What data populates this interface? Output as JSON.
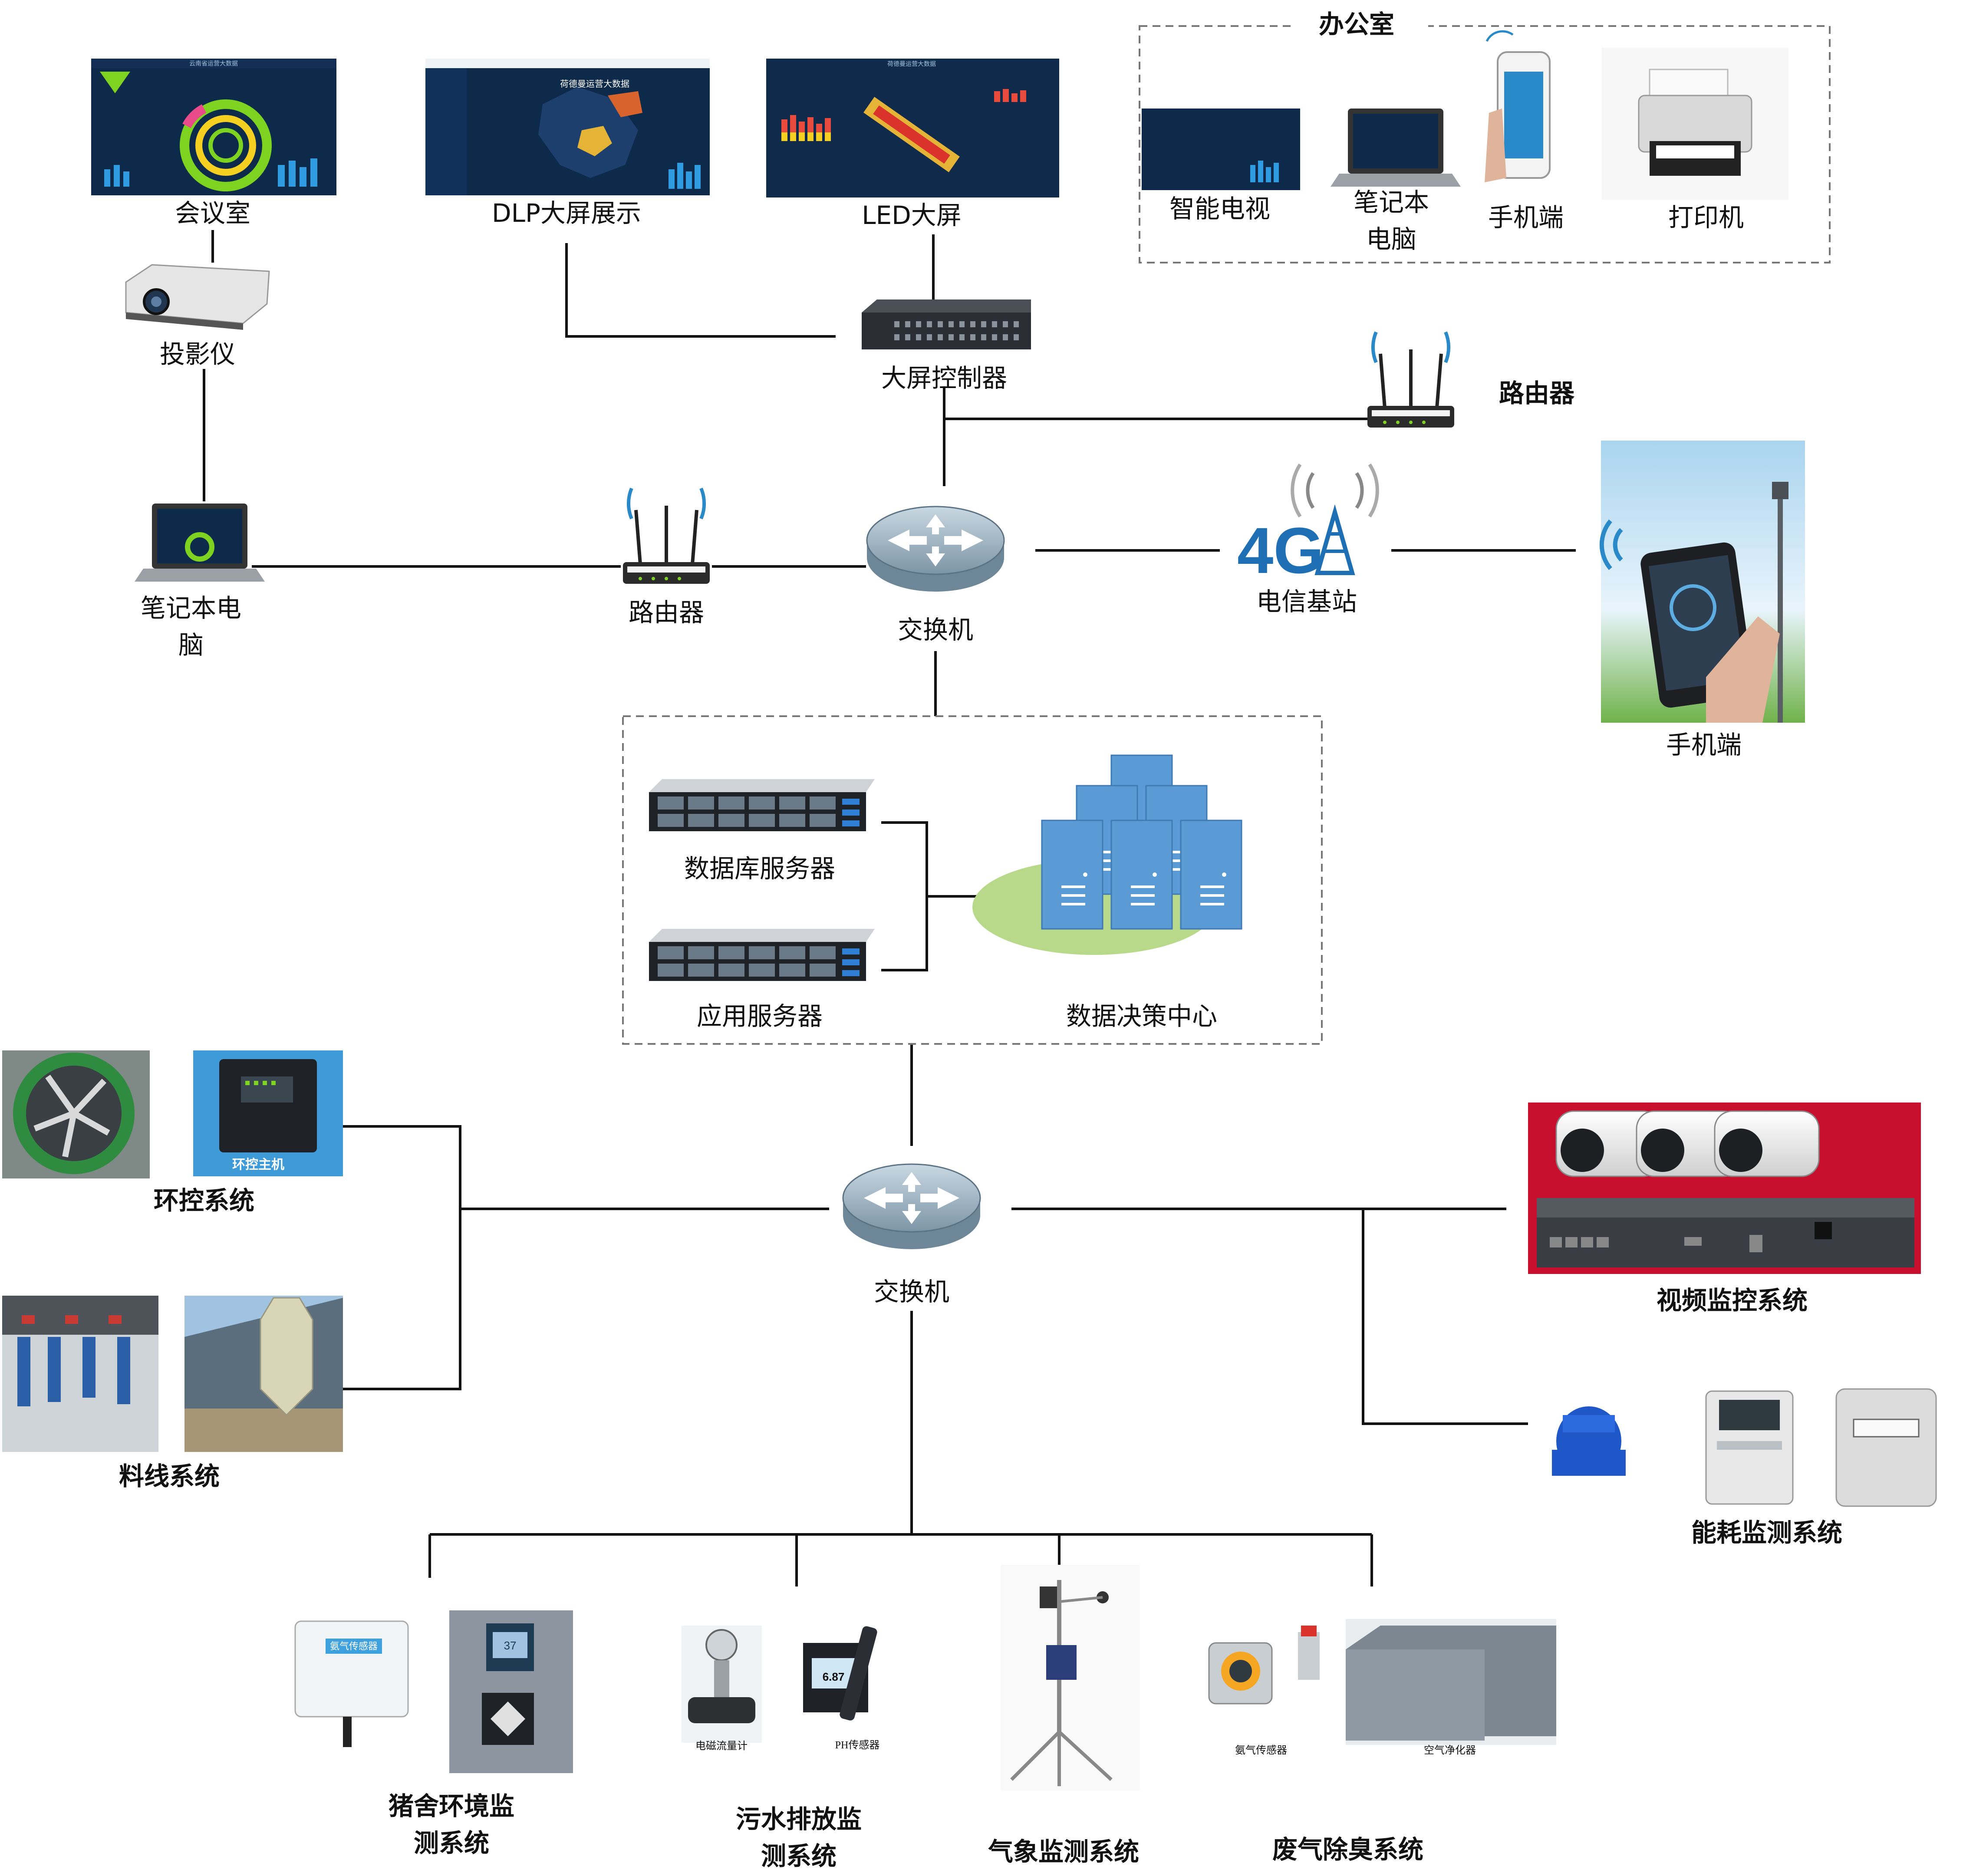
{
  "labels": {
    "meeting_room": "会议室",
    "dlp_display": "DLP大屏展示",
    "led_screen": "LED大屏",
    "office": "办公室",
    "smart_tv": "智能电视",
    "office_laptop_line1": "笔记本",
    "office_laptop_line2": "电脑",
    "office_phone": "手机端",
    "printer": "打印机",
    "projector": "投影仪",
    "screen_controller": "大屏控制器",
    "router_top": "路由器",
    "laptop_left_line1": "笔记本电",
    "laptop_left_line2": "脑",
    "router_mid": "路由器",
    "switch_top": "交换机",
    "telecom_base_station": "电信基站",
    "base_station_4g": "4G",
    "mobile_right": "手机端",
    "database_server": "数据库服务器",
    "app_server": "应用服务器",
    "decision_center": "数据决策中心",
    "env_control": "环控系统",
    "env_control_host": "环控主机",
    "feed_line": "料线系统",
    "switch_bottom": "交换机",
    "video_monitor": "视频监控系统",
    "energy_monitor": "能耗监测系统",
    "pig_env_line1": "猪舍环境监",
    "pig_env_line2": "测系统",
    "ammonia_sensor_tag": "氨气传感器",
    "sewage_line1": "污水排放监",
    "sewage_line2": "测系统",
    "flowmeter": "电磁流量计",
    "ph_sensor": "PH传感器",
    "ph_value": "6.87",
    "weather": "气象监测系统",
    "deodor": "废气除臭系统",
    "ammonia_sensor_2": "氨气传感器",
    "air_purifier": "空气净化器",
    "meter_reading": "37",
    "dashboard_title_1": "云南省运营大数据",
    "dashboard_title_2": "荷德曼运营大数据",
    "dashboard_title_3": "荷德曼运营大数据"
  },
  "colors": {
    "line": "#111111",
    "dashed_border": "#777777",
    "server_blue": "#5b9bd5",
    "ground_green": "#b8d98a",
    "screen_dark": "#0d2a4a",
    "accent_green": "#7ed321",
    "accent_yellow": "#f5d020",
    "router_body": "#8fa8b8"
  }
}
